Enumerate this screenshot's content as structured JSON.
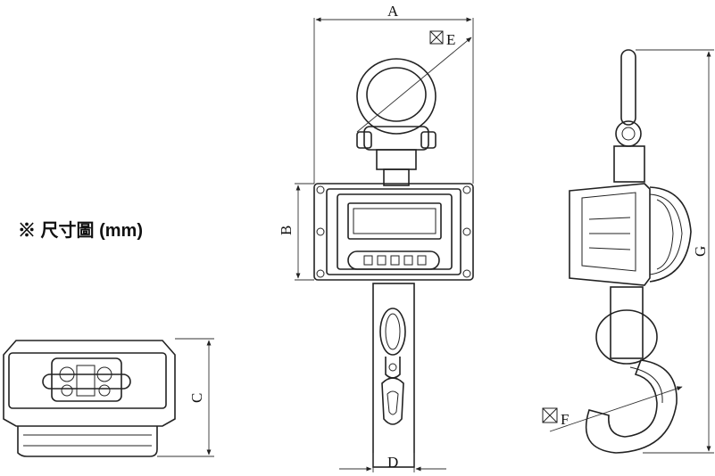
{
  "caption": "※ 尺寸圖 (mm)",
  "dimension_labels": {
    "a": "A",
    "b": "B",
    "c": "C",
    "d": "D",
    "e": "E",
    "f": "F",
    "g": "G"
  }
}
